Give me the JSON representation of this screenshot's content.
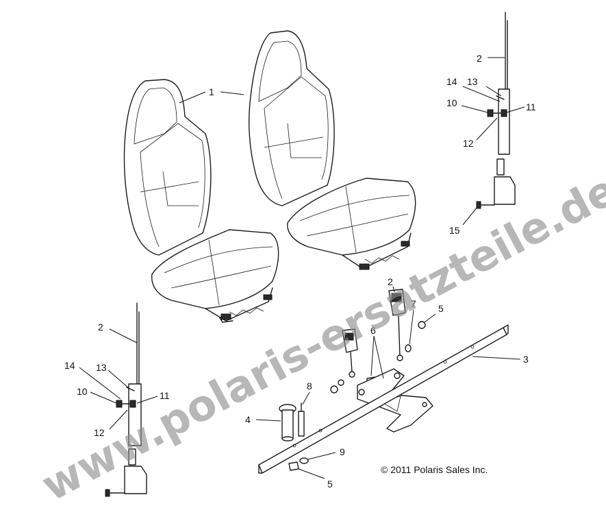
{
  "diagram": {
    "copyright": "© 2011 Polaris Sales Inc.",
    "watermark": "www.polaris-ersatzteile.de",
    "callouts": {
      "seat": "1",
      "belt_upper": "2",
      "belt_left": "2",
      "belt_buckle": "2",
      "bar": "3",
      "pin": "4",
      "nut_top": "5",
      "nut_bottom": "5",
      "screw": "6",
      "washer": "7",
      "clip": "8",
      "washer_bottom": "9",
      "ret_upper": "10",
      "ret_left": "10",
      "nut_upper": "11",
      "nut_left": "11",
      "sleeve_upper": "12",
      "sleeve_left": "12",
      "bushing_upper": "13",
      "bushing_left": "13",
      "spacer_upper": "14",
      "spacer_left": "14",
      "bolt": "15"
    }
  }
}
